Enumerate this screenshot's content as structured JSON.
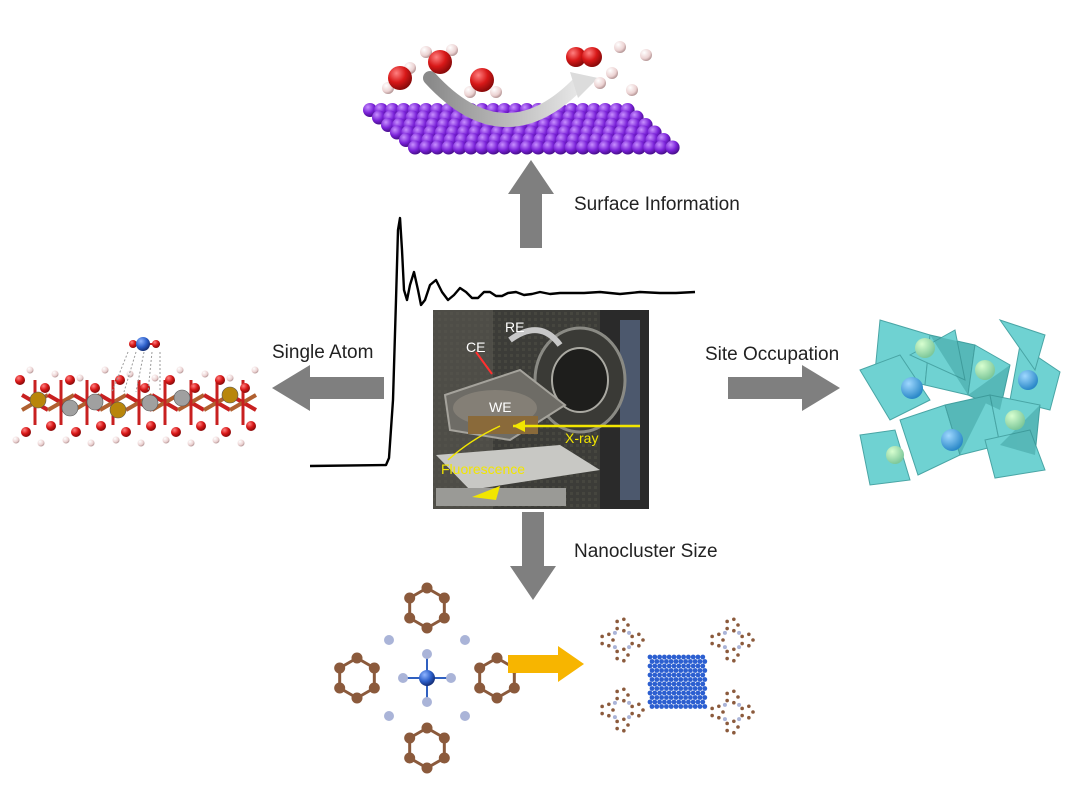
{
  "labels": {
    "surface": "Surface Information",
    "single_atom": "Single Atom",
    "site_occupation": "Site Occupation",
    "nanocluster": "Nanocluster Size"
  },
  "photo_labels": {
    "re": "RE",
    "ce": "CE",
    "we": "WE",
    "xray": "X-ray",
    "fluorescence": "Fluorescence"
  },
  "colors": {
    "arrow_gray": "#7f7f7f",
    "spectrum": "#000000",
    "surface_atom": "#8a2be2",
    "oxygen": "#d81e1e",
    "hydrogen": "#f0d8d8",
    "polyhedra": "#5fcfcf",
    "metal_center": "#2c63c9",
    "carbon": "#8b5a3c",
    "nitrogen": "#aab4d8",
    "orange_arrow": "#f7b500",
    "xray_beam": "#f2e600"
  }
}
